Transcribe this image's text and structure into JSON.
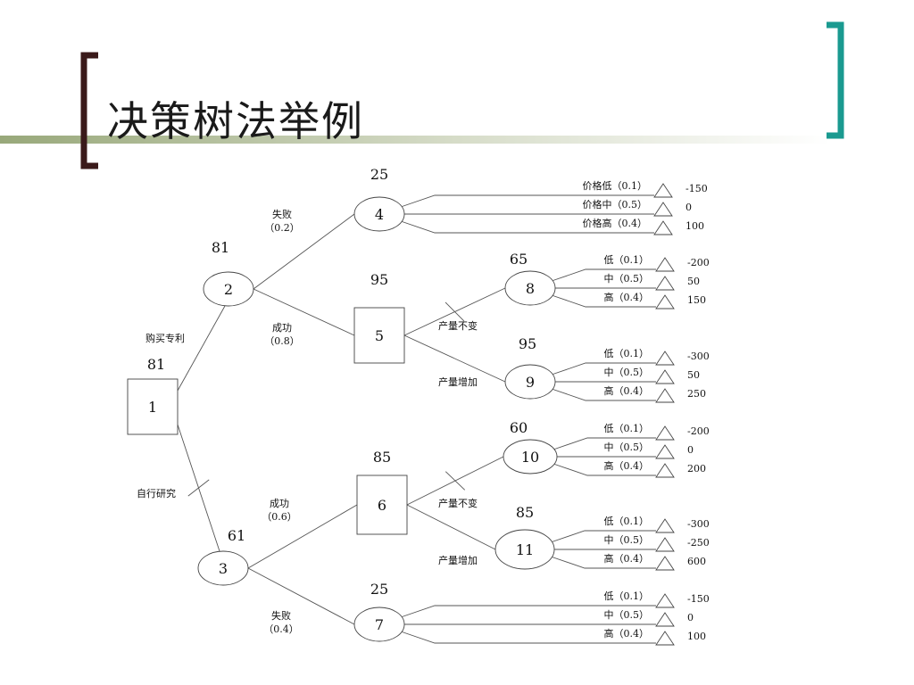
{
  "slide": {
    "title": "决策树法举例"
  },
  "colors": {
    "title_bar_gradient_left": "#98a87a",
    "left_bracket": "#3a1a1a",
    "right_bracket": "#1a9a90"
  },
  "tree": {
    "nodes": [
      {
        "id": "1",
        "kind": "decision",
        "label": "1",
        "value": "81"
      },
      {
        "id": "2",
        "kind": "chance",
        "label": "2",
        "value": "81"
      },
      {
        "id": "3",
        "kind": "chance",
        "label": "3",
        "value": "61"
      },
      {
        "id": "4",
        "kind": "chance",
        "label": "4",
        "value": "25"
      },
      {
        "id": "5",
        "kind": "decision",
        "label": "5",
        "value": "95"
      },
      {
        "id": "6",
        "kind": "decision",
        "label": "6",
        "value": "85"
      },
      {
        "id": "7",
        "kind": "chance",
        "label": "7",
        "value": "25"
      },
      {
        "id": "8",
        "kind": "chance",
        "label": "8",
        "value": "65"
      },
      {
        "id": "9",
        "kind": "chance",
        "label": "9",
        "value": "95"
      },
      {
        "id": "10",
        "kind": "chance",
        "label": "10",
        "value": "60"
      },
      {
        "id": "11",
        "kind": "chance",
        "label": "11",
        "value": "85"
      }
    ],
    "edges": [
      {
        "from": "1",
        "to": "2",
        "label": "购买专利",
        "pruned": false
      },
      {
        "from": "1",
        "to": "3",
        "label": "自行研究",
        "pruned": true
      },
      {
        "from": "2",
        "to": "4",
        "label": "失败\n（0.2）",
        "pruned": false
      },
      {
        "from": "2",
        "to": "5",
        "label": "成功\n（0.8）",
        "pruned": false
      },
      {
        "from": "5",
        "to": "8",
        "label": "产量不变",
        "pruned": true
      },
      {
        "from": "5",
        "to": "9",
        "label": "产量增加",
        "pruned": false
      },
      {
        "from": "3",
        "to": "6",
        "label": "成功\n（0.6）",
        "pruned": false
      },
      {
        "from": "3",
        "to": "7",
        "label": "失败\n（0.4）",
        "pruned": false
      },
      {
        "from": "6",
        "to": "10",
        "label": "产量不变",
        "pruned": true
      },
      {
        "from": "6",
        "to": "11",
        "label": "产量增加",
        "pruned": false
      }
    ],
    "outcomes": [
      {
        "node": "4",
        "branches": [
          {
            "label": "价格低（0.1）",
            "payoff": "-150"
          },
          {
            "label": "价格中（0.5）",
            "payoff": "0"
          },
          {
            "label": "价格高（0.4）",
            "payoff": "100"
          }
        ]
      },
      {
        "node": "8",
        "branches": [
          {
            "label": "低（0.1）",
            "payoff": "-200"
          },
          {
            "label": "中（0.5）",
            "payoff": "50"
          },
          {
            "label": "高（0.4）",
            "payoff": "150"
          }
        ]
      },
      {
        "node": "9",
        "branches": [
          {
            "label": "低（0.1）",
            "payoff": "-300"
          },
          {
            "label": "中（0.5）",
            "payoff": "50"
          },
          {
            "label": "高（0.4）",
            "payoff": "250"
          }
        ]
      },
      {
        "node": "10",
        "branches": [
          {
            "label": "低（0.1）",
            "payoff": "-200"
          },
          {
            "label": "中（0.5）",
            "payoff": "0"
          },
          {
            "label": "高（0.4）",
            "payoff": "200"
          }
        ]
      },
      {
        "node": "11",
        "branches": [
          {
            "label": "低（0.1）",
            "payoff": "-300"
          },
          {
            "label": "中（0.5）",
            "payoff": "-250"
          },
          {
            "label": "高（0.4）",
            "payoff": "600"
          }
        ]
      },
      {
        "node": "7",
        "branches": [
          {
            "label": "低（0.1）",
            "payoff": "-150"
          },
          {
            "label": "中（0.5）",
            "payoff": "0"
          },
          {
            "label": "高（0.4）",
            "payoff": "100"
          }
        ]
      }
    ]
  }
}
